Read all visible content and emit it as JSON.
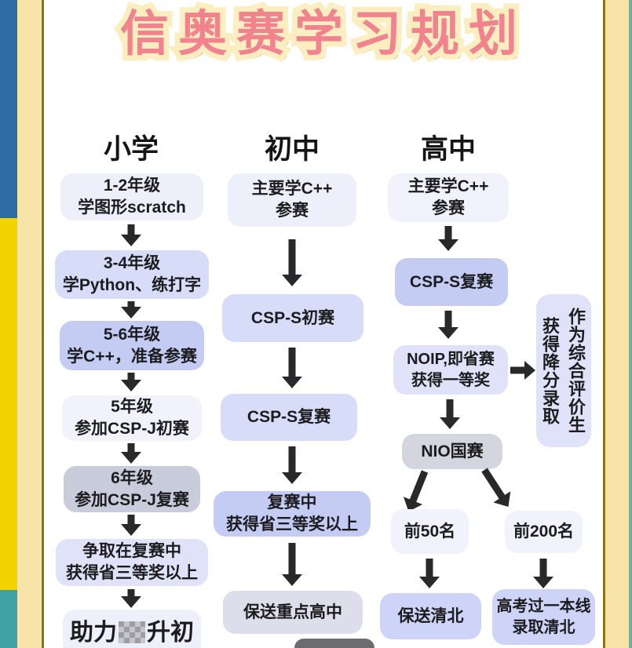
{
  "title": "信奥赛学习规划",
  "columns": [
    {
      "header": "小学",
      "nodes": [
        {
          "lines": [
            "1-2年级",
            "学图形scratch"
          ]
        },
        {
          "lines": [
            "3-4年级",
            "学Python、练打字"
          ]
        },
        {
          "lines": [
            "5-6年级",
            "学C++，准备参赛"
          ]
        },
        {
          "lines": [
            "5年级",
            "参加CSP-J初赛"
          ]
        },
        {
          "lines": [
            "6年级",
            "参加CSP-J复赛"
          ]
        },
        {
          "lines": [
            "争取在复赛中",
            "获得省三等奖以上"
          ]
        },
        {
          "prefix": "助力",
          "suffix": "升初",
          "censored": true
        }
      ]
    },
    {
      "header": "初中",
      "nodes": [
        {
          "lines": [
            "主要学C++",
            "参赛"
          ]
        },
        {
          "lines": [
            "CSP-S初赛"
          ]
        },
        {
          "lines": [
            "CSP-S复赛"
          ]
        },
        {
          "lines": [
            "复赛中",
            "获得省三等奖以上"
          ]
        },
        {
          "lines": [
            "保送重点高中"
          ]
        }
      ]
    },
    {
      "header": "高中",
      "nodes": [
        {
          "lines": [
            "主要学C++",
            "参赛"
          ]
        },
        {
          "lines": [
            "CSP-S复赛"
          ]
        },
        {
          "lines": [
            "NOIP,即省赛",
            "获得一等奖"
          ]
        },
        {
          "lines": [
            "NIO国赛"
          ]
        },
        {
          "lines": [
            "前50名"
          ]
        },
        {
          "lines": [
            "前200名"
          ]
        },
        {
          "lines": [
            "保送清北"
          ]
        },
        {
          "lines": [
            "高考过一本线",
            "录取清北"
          ]
        }
      ]
    }
  ],
  "side_note": {
    "lines": [
      "作为综合评价生",
      "获得降分录取"
    ]
  },
  "palette": {
    "title_pink": "#F1838E",
    "title_outline": "#FBEEC0",
    "title_shadow": "#D8BB7E",
    "edge_blue": "#2E6DA4",
    "edge_yellow": "#F3D402",
    "edge_teal": "#41A2A6",
    "edge_cream": "#F8E3A9",
    "edge_olive": "#8A7514",
    "arrow_black": "#29292C",
    "node_lavender_light": "#EDEFFB",
    "node_periwinkle": "#D7DDF9",
    "node_periwinkle_deep": "#C4CCF4",
    "node_gray_lavender": "#C9CCDB",
    "node_gray": "#D4D5DE"
  }
}
